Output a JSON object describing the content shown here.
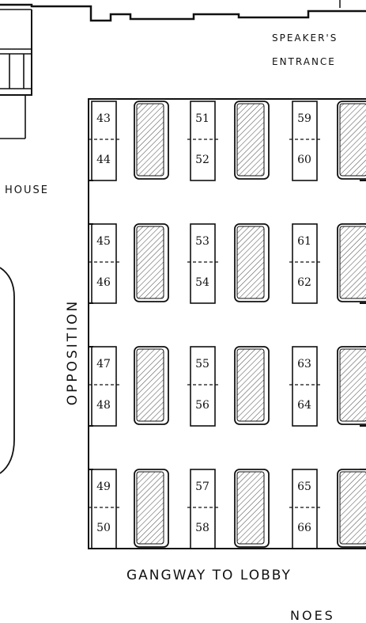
{
  "labels": {
    "speakers": "SPEAKER'S",
    "entrance": "ENTRANCE",
    "house": "HOUSE",
    "opposition": "OPPOSITION",
    "gangway": "GANGWAY TO LOBBY",
    "noes": "NOES"
  },
  "seats": {
    "col1": [
      "43",
      "44",
      "45",
      "46",
      "47",
      "48",
      "49",
      "50"
    ],
    "col2": [
      "51",
      "52",
      "53",
      "54",
      "55",
      "56",
      "57",
      "58"
    ],
    "col3": [
      "59",
      "60",
      "61",
      "62",
      "63",
      "64",
      "65",
      "66"
    ]
  },
  "colors": {
    "ink": "#111111",
    "desk_hatch": "#555555",
    "paper": "#ffffff"
  }
}
